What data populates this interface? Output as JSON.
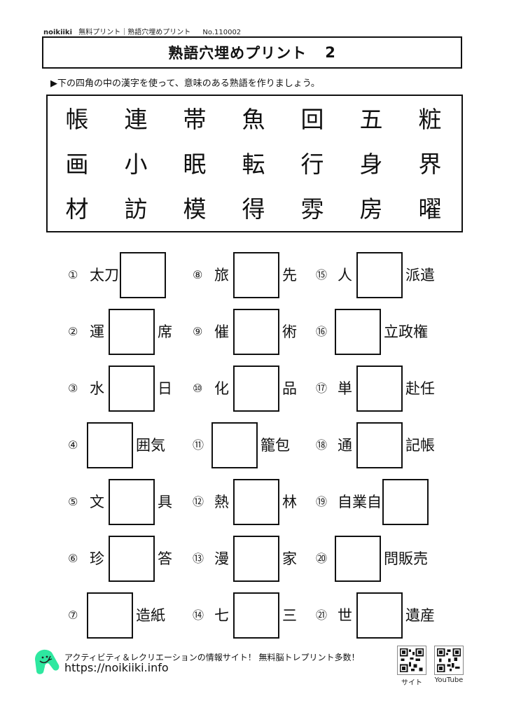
{
  "header": {
    "brand": "noikiiki",
    "subtitle": "無料プリント｜熟語穴埋めプリント",
    "number": "No.110002"
  },
  "title": {
    "text": "熟語穴埋めプリント",
    "number": "2"
  },
  "instruction": "▶下の四角の中の漢字を使って、意味のある熟語を作りましょう。",
  "kanji_grid": [
    [
      "帳",
      "連",
      "帯",
      "魚",
      "回",
      "五",
      "粧"
    ],
    [
      "画",
      "小",
      "眠",
      "転",
      "行",
      "身",
      "界"
    ],
    [
      "材",
      "訪",
      "模",
      "得",
      "雰",
      "房",
      "曜"
    ]
  ],
  "questions": [
    {
      "num": "①",
      "before": "太刀",
      "after": ""
    },
    {
      "num": "②",
      "before": "運",
      "after": "席"
    },
    {
      "num": "③",
      "before": "水",
      "after": "日"
    },
    {
      "num": "④",
      "before": "",
      "after": "囲気"
    },
    {
      "num": "⑤",
      "before": "文",
      "after": "具"
    },
    {
      "num": "⑥",
      "before": "珍",
      "after": "答"
    },
    {
      "num": "⑦",
      "before": "",
      "after": "造紙"
    },
    {
      "num": "⑧",
      "before": "旅",
      "after": "先"
    },
    {
      "num": "⑨",
      "before": "催",
      "after": "術"
    },
    {
      "num": "⑩",
      "before": "化",
      "after": "品"
    },
    {
      "num": "⑪",
      "before": "",
      "after": "籠包"
    },
    {
      "num": "⑫",
      "before": "熱",
      "after": "林"
    },
    {
      "num": "⑬",
      "before": "漫",
      "after": "家"
    },
    {
      "num": "⑭",
      "before": "七",
      "after": "三"
    },
    {
      "num": "⑮",
      "before": "人",
      "after": "派遣"
    },
    {
      "num": "⑯",
      "before": "",
      "after": "立政権"
    },
    {
      "num": "⑰",
      "before": "単",
      "after": "赴任"
    },
    {
      "num": "⑱",
      "before": "通",
      "after": "記帳"
    },
    {
      "num": "⑲",
      "before": "自業自",
      "after": ""
    },
    {
      "num": "⑳",
      "before": "",
      "after": "問販売"
    },
    {
      "num": "㉑",
      "before": "世",
      "after": "遺産"
    }
  ],
  "footer": {
    "tagline": "アクティビティ＆レクリエーションの情報サイト！ 無料脳トレプリント多数！",
    "url": "https://noikiiki.info",
    "qr_site_label": "サイト",
    "qr_youtube_label": "YouTube",
    "logo_color": "#2ee8a0"
  }
}
